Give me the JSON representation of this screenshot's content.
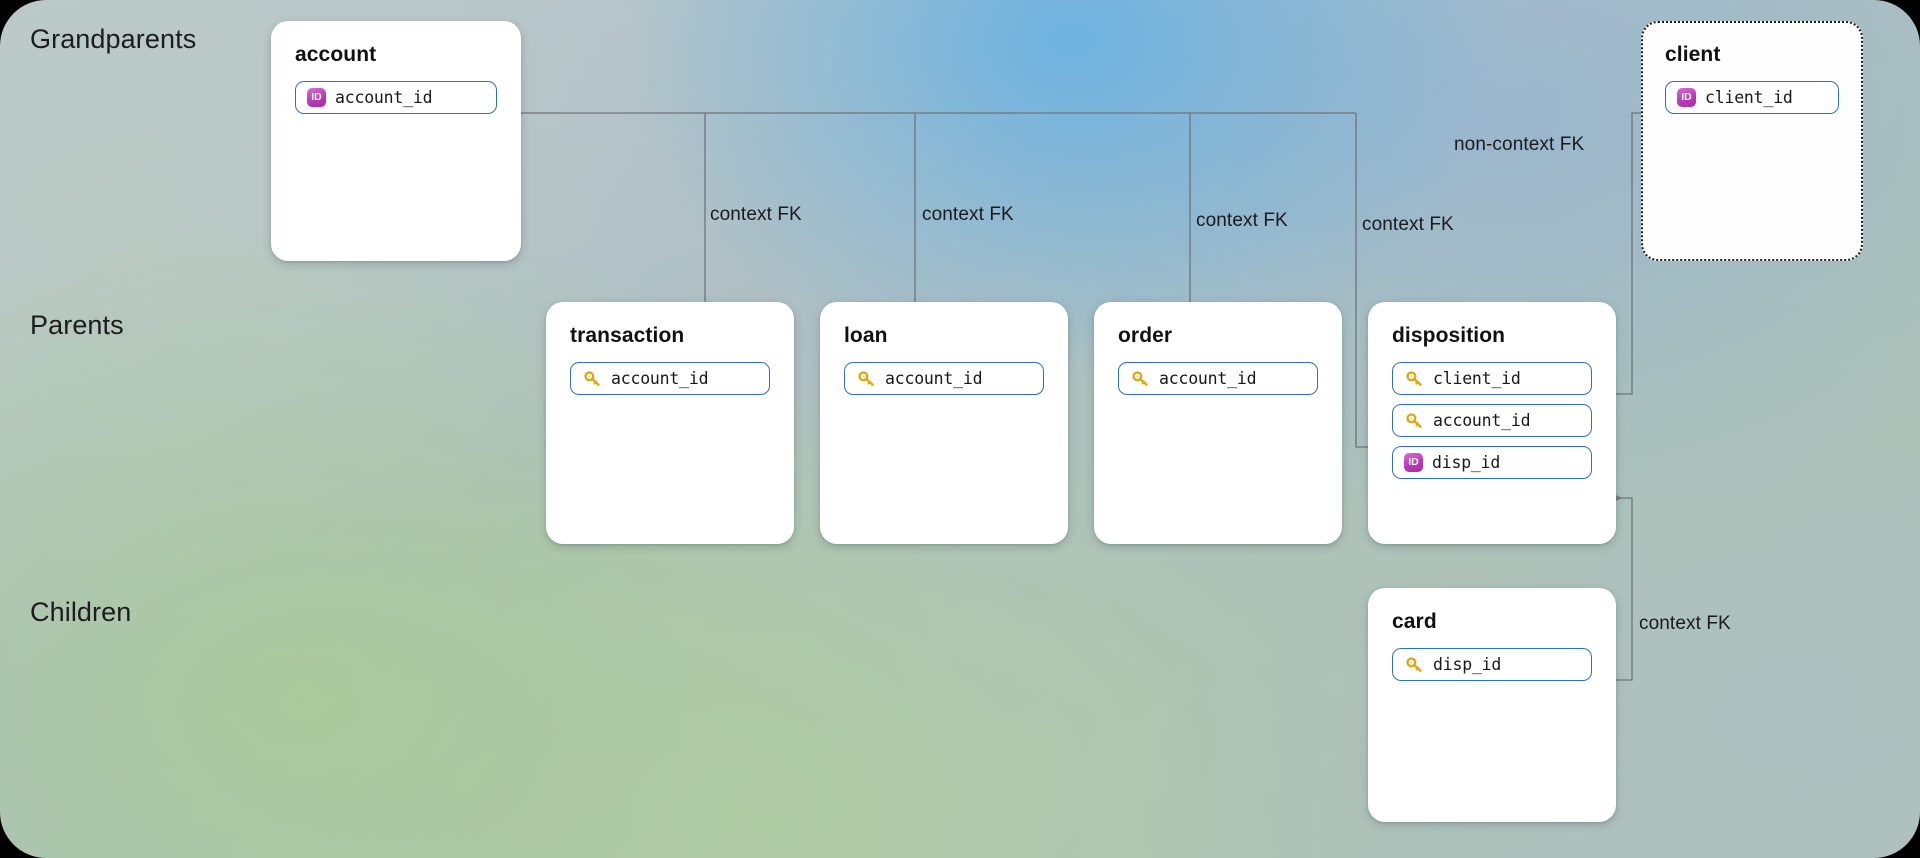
{
  "diagram": {
    "row_labels": [
      {
        "id": "grandparents",
        "text": "Grandparents"
      },
      {
        "id": "parents",
        "text": "Parents"
      },
      {
        "id": "children",
        "text": "Children"
      }
    ],
    "tables": [
      {
        "id": "account",
        "name": "account",
        "row": "grandparents",
        "style": "solid",
        "fields": [
          {
            "name": "account_id",
            "icon": "id-badge-icon",
            "icon_label": "ID"
          }
        ]
      },
      {
        "id": "client",
        "name": "client",
        "row": "grandparents",
        "style": "dotted",
        "fields": [
          {
            "name": "client_id",
            "icon": "id-badge-icon",
            "icon_label": "ID"
          }
        ]
      },
      {
        "id": "transaction",
        "name": "transaction",
        "row": "parents",
        "style": "solid",
        "fields": [
          {
            "name": "account_id",
            "icon": "key-icon",
            "icon_label": ""
          }
        ]
      },
      {
        "id": "loan",
        "name": "loan",
        "row": "parents",
        "style": "solid",
        "fields": [
          {
            "name": "account_id",
            "icon": "key-icon",
            "icon_label": ""
          }
        ]
      },
      {
        "id": "order",
        "name": "order",
        "row": "parents",
        "style": "solid",
        "fields": [
          {
            "name": "account_id",
            "icon": "key-icon",
            "icon_label": ""
          }
        ]
      },
      {
        "id": "disposition",
        "name": "disposition",
        "row": "parents",
        "style": "solid",
        "fields": [
          {
            "name": "client_id",
            "icon": "key-icon",
            "icon_label": ""
          },
          {
            "name": "account_id",
            "icon": "key-icon",
            "icon_label": ""
          },
          {
            "name": "disp_id",
            "icon": "id-badge-icon",
            "icon_label": "ID"
          }
        ]
      },
      {
        "id": "card",
        "name": "card",
        "row": "children",
        "style": "solid",
        "fields": [
          {
            "name": "disp_id",
            "icon": "key-icon",
            "icon_label": ""
          }
        ]
      }
    ],
    "edge_labels": [
      {
        "id": "fk-transaction",
        "text": "context FK"
      },
      {
        "id": "fk-loan",
        "text": "context FK"
      },
      {
        "id": "fk-order",
        "text": "context FK"
      },
      {
        "id": "fk-disposition",
        "text": "context FK"
      },
      {
        "id": "fk-client",
        "text": "non-context FK"
      },
      {
        "id": "fk-card",
        "text": "context FK"
      }
    ],
    "colors": {
      "edge_line": "#6d7479",
      "field_border": "#2f6fbf",
      "id_badge": "#bb39b8",
      "key_icon": "#e8b923",
      "text": "#1b1b1d"
    }
  }
}
